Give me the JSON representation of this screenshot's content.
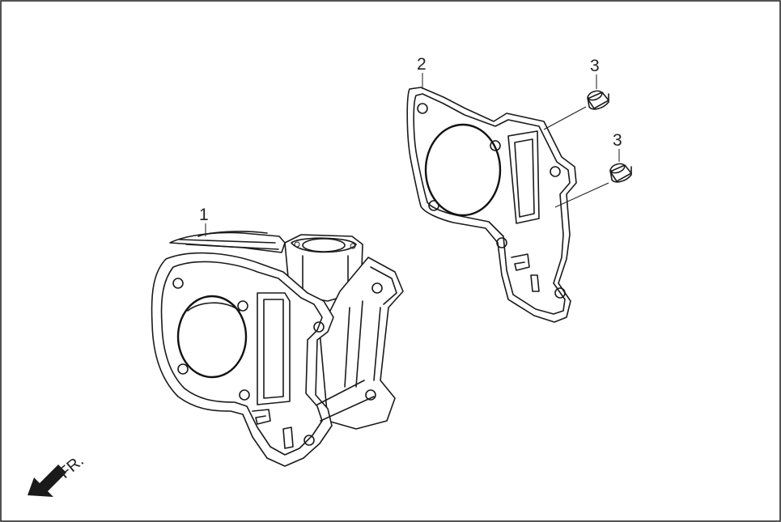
{
  "callouts": [
    {
      "id": "part-1",
      "label": "1"
    },
    {
      "id": "part-2",
      "label": "2"
    },
    {
      "id": "part-3a",
      "label": "3"
    },
    {
      "id": "part-3b",
      "label": "3"
    }
  ],
  "direction": {
    "label": "FR."
  },
  "colors": {
    "line": "#1a1a1a",
    "background": "#ffffff",
    "arrow": "#1a1a1a"
  },
  "icons": {
    "direction_arrow": "arrow-down-left-icon"
  }
}
